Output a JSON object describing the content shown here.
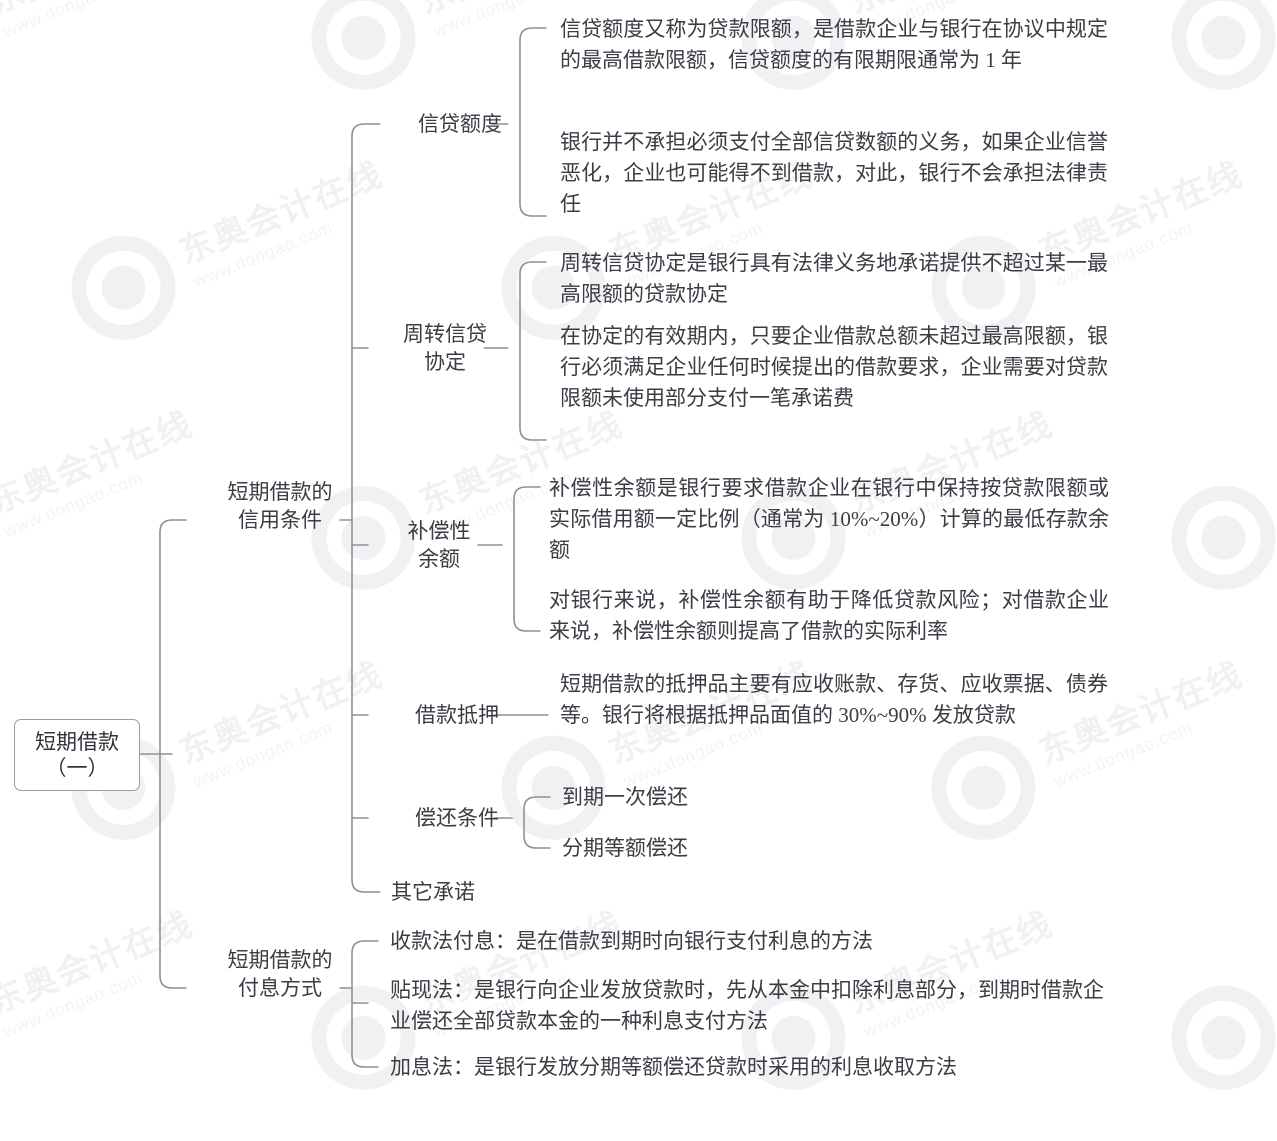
{
  "document": {
    "type": "mind-map",
    "title": "短期借款（一）",
    "watermark": {
      "brand": "东奥会计在线",
      "url": "www.dongao.com"
    },
    "colors": {
      "text": "#3a3d44",
      "line": "#8e9197",
      "border": "#9a9da3",
      "background": "#ffffff",
      "watermark": "#f1f1f3"
    }
  },
  "root": {
    "line1": "短期借款",
    "line2": "（一）"
  },
  "branches": [
    {
      "id": "credit-conditions",
      "line1": "短期借款的",
      "line2": "信用条件",
      "children": [
        {
          "id": "credit-line",
          "line1": "信贷额度",
          "line2": "",
          "details": [
            "信贷额度又称为贷款限额，是借款企业与银行在协议中规定的最高借款限额，信贷额度的有限期限通常为 1 年",
            "银行并不承担必须支付全部信贷数额的义务，如果企业信誉恶化，企业也可能得不到借款，对此，银行不会承担法律责任"
          ]
        },
        {
          "id": "revolving-credit-agreement",
          "line1": "周转信贷",
          "line2": "协定",
          "details": [
            "周转信贷协定是银行具有法律义务地承诺提供不超过某一最高限额的贷款协定",
            "在协定的有效期内，只要企业借款总额未超过最高限额，银行必须满足企业任何时候提出的借款要求，企业需要对贷款限额未使用部分支付一笔承诺费"
          ]
        },
        {
          "id": "compensating-balance",
          "line1": "补偿性",
          "line2": "余额",
          "details": [
            "补偿性余额是银行要求借款企业在银行中保持按贷款限额或实际借用额一定比例（通常为 10%~20%）计算的最低存款余额",
            "对银行来说，补偿性余额有助于降低贷款风险；对借款企业来说，补偿性余额则提高了借款的实际利率"
          ]
        },
        {
          "id": "loan-collateral",
          "line1": "借款抵押",
          "line2": "",
          "details": [
            "短期借款的抵押品主要有应收账款、存货、应收票据、债券等。银行将根据抵押品面值的 30%~90% 发放贷款"
          ]
        },
        {
          "id": "repayment-terms",
          "line1": "偿还条件",
          "line2": "",
          "details": [
            "到期一次偿还",
            "分期等额偿还"
          ]
        },
        {
          "id": "other-commitments",
          "line1": "其它承诺",
          "line2": "",
          "details": []
        }
      ]
    },
    {
      "id": "interest-payment-methods",
      "line1": "短期借款的",
      "line2": "付息方式",
      "children": [
        {
          "id": "collection-method",
          "line1": "",
          "line2": "",
          "details": [
            "收款法付息：是在借款到期时向银行支付利息的方法"
          ]
        },
        {
          "id": "discount-method",
          "line1": "",
          "line2": "",
          "details": [
            "贴现法：是银行向企业发放贷款时，先从本金中扣除利息部分，到期时借款企业偿还全部贷款本金的一种利息支付方法"
          ]
        },
        {
          "id": "add-on-method",
          "line1": "",
          "line2": "",
          "details": [
            "加息法：是银行发放分期等额偿还贷款时采用的利息收取方法"
          ]
        }
      ]
    }
  ]
}
